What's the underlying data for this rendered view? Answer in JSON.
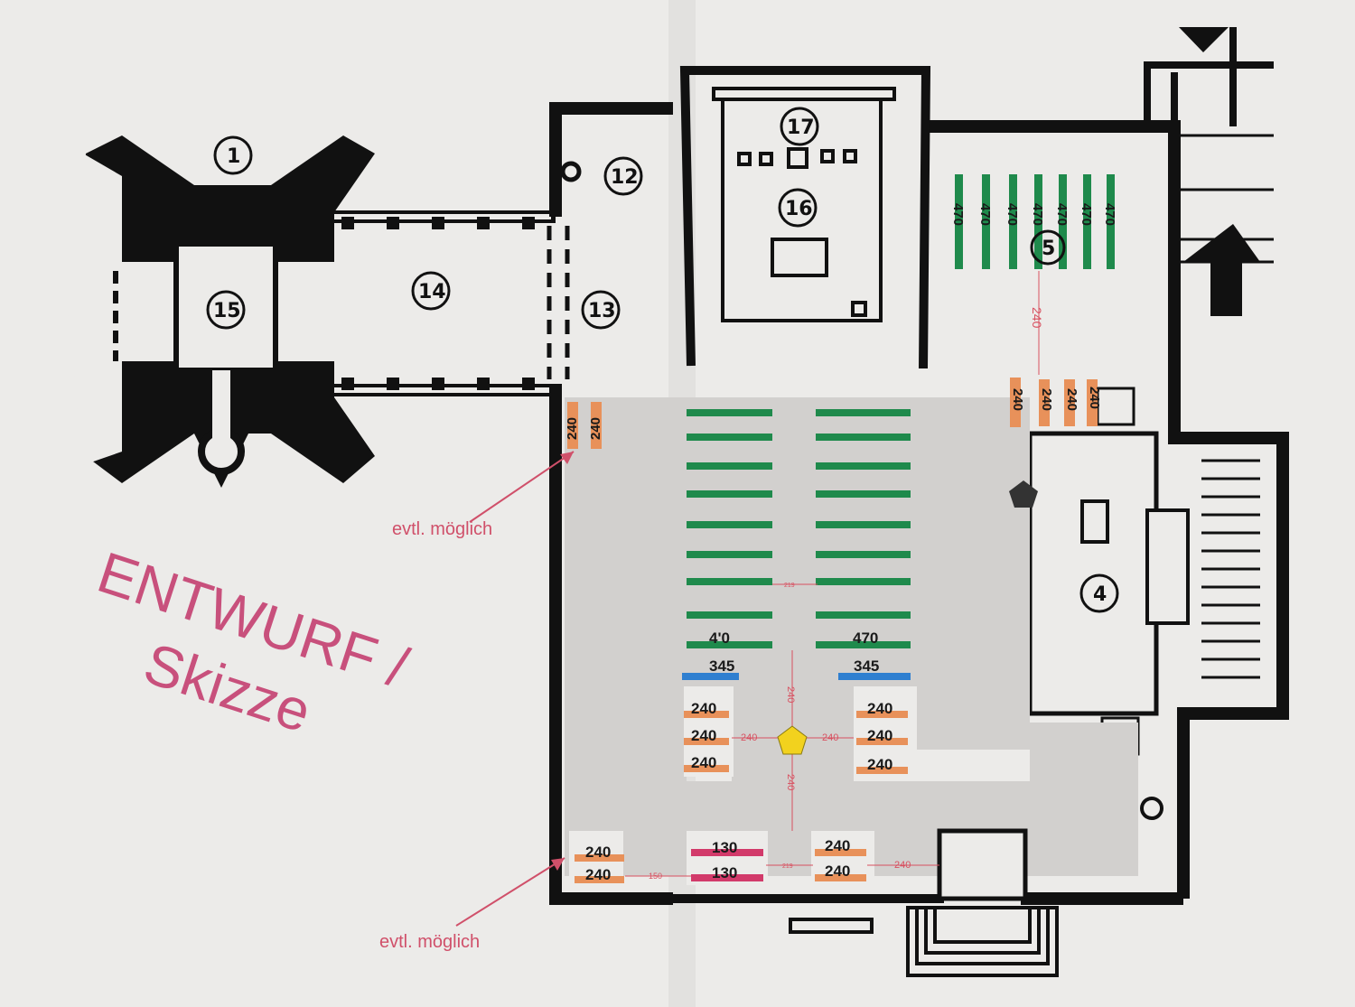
{
  "title": {
    "line1": "ENTWURF /",
    "line2": "Skizze"
  },
  "notes": {
    "top": "evtl. möglich",
    "bottom": "evtl. möglich"
  },
  "rooms": [
    "1",
    "4",
    "5",
    "12",
    "13",
    "14",
    "15",
    "16",
    "17"
  ],
  "benches": {
    "gallery_green": [
      "470",
      "470",
      "470",
      "470",
      "470",
      "470",
      "470"
    ],
    "gallery_orange": [
      "240",
      "240",
      "240",
      "240"
    ],
    "nave_left_last": "4'0",
    "nave_right_last": "470",
    "blue_left": "345",
    "blue_right": "345",
    "front_left": [
      "240",
      "240",
      "240"
    ],
    "front_right": [
      "240",
      "240",
      "240"
    ],
    "side_left": [
      "240",
      "240"
    ],
    "bottom_left": [
      "240",
      "240"
    ],
    "bottom_red": [
      "130",
      "130"
    ],
    "bottom_mid": [
      "240",
      "240"
    ]
  },
  "distances": {
    "gallery_aisle": "240",
    "center_vertical_top": "240",
    "center_vertical_bottom": "240",
    "center_left": "240",
    "center_right": "240",
    "nave_aisle_small": "219",
    "bottom_left_gap": "150",
    "bottom_mid_gap": "219",
    "bottom_right_gap": "240"
  },
  "colors": {
    "green_bench": "#1f8a4c",
    "orange_bench": "#e8915a",
    "blue_bench": "#2f7fd0",
    "red_bench": "#d23a6a",
    "floor": "#d2d0ce",
    "walls": "#111111",
    "annotation": "#d0506a",
    "draft_text": "#c8507c",
    "pentagon_yellow": "#f2d21e",
    "pentagon_dark": "#333333"
  },
  "icons": [
    "arrow-down-icon",
    "arrow-up-icon",
    "yellow-pentagon-marker",
    "dark-pentagon-marker"
  ]
}
